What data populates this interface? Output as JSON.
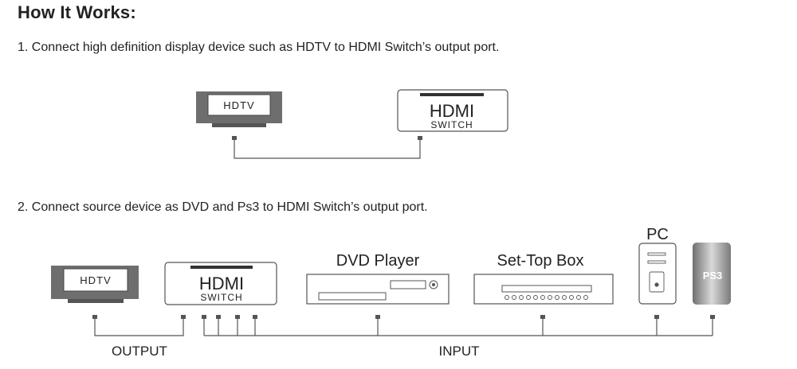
{
  "heading": "How It Works:",
  "steps": [
    {
      "text": "1. Connect high definition display device such as HDTV to HDMI Switch’s output port."
    },
    {
      "text": "2. Connect source device as DVD and Ps3 to HDMI Switch’s output port."
    }
  ],
  "devices": {
    "hdtv_label": "HDTV",
    "switch_title": "HDMI",
    "switch_sub": "SWITCH",
    "dvd_label": "DVD  Player",
    "stb_label": "Set-Top Box",
    "pc_label": "PC",
    "ps3_label": "PS3"
  },
  "connections": {
    "output_label": "OUTPUT",
    "input_label": "INPUT"
  },
  "colors": {
    "tv_frame": "#6e6e6e",
    "line": "#555555",
    "ps3_dark": "#7a7a7a",
    "ps3_light": "#d4d4d4"
  }
}
